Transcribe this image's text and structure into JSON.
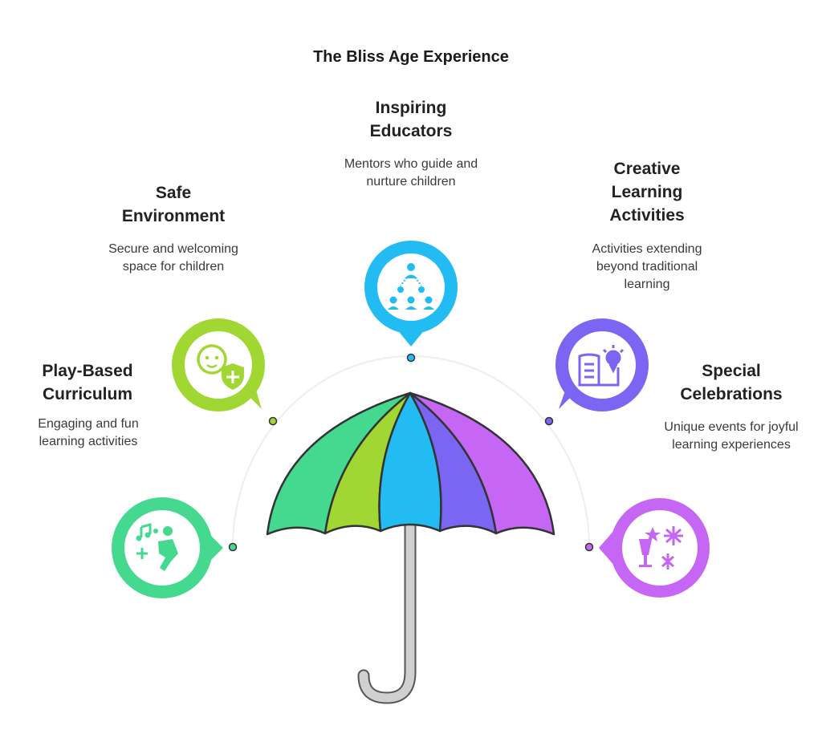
{
  "title": "The Bliss Age Experience",
  "colors": {
    "green": "#44d98f",
    "lime": "#a1d733",
    "blue": "#22bcf2",
    "indigo": "#7b65f3",
    "purple": "#c566f4",
    "handle": "#d0d0d0"
  },
  "items": [
    {
      "title": "Play-Based Curriculum",
      "description": "Engaging and fun learning activities",
      "icon": "child-play-music-icon",
      "color": "#44d98f"
    },
    {
      "title": "Safe Environment",
      "description": "Secure and welcoming space for children",
      "icon": "baby-shield-icon",
      "color": "#a1d733"
    },
    {
      "title": "Inspiring Educators",
      "description": "Mentors who guide and nurture children",
      "icon": "mentor-hierarchy-icon",
      "color": "#22bcf2"
    },
    {
      "title": "Creative Learning Activities",
      "description": "Activities extending beyond traditional learning",
      "icon": "book-idea-icon",
      "color": "#7b65f3"
    },
    {
      "title": "Special Celebrations",
      "description": "Unique events for joyful learning experiences",
      "icon": "celebration-fireworks-icon",
      "color": "#c566f4"
    }
  ]
}
